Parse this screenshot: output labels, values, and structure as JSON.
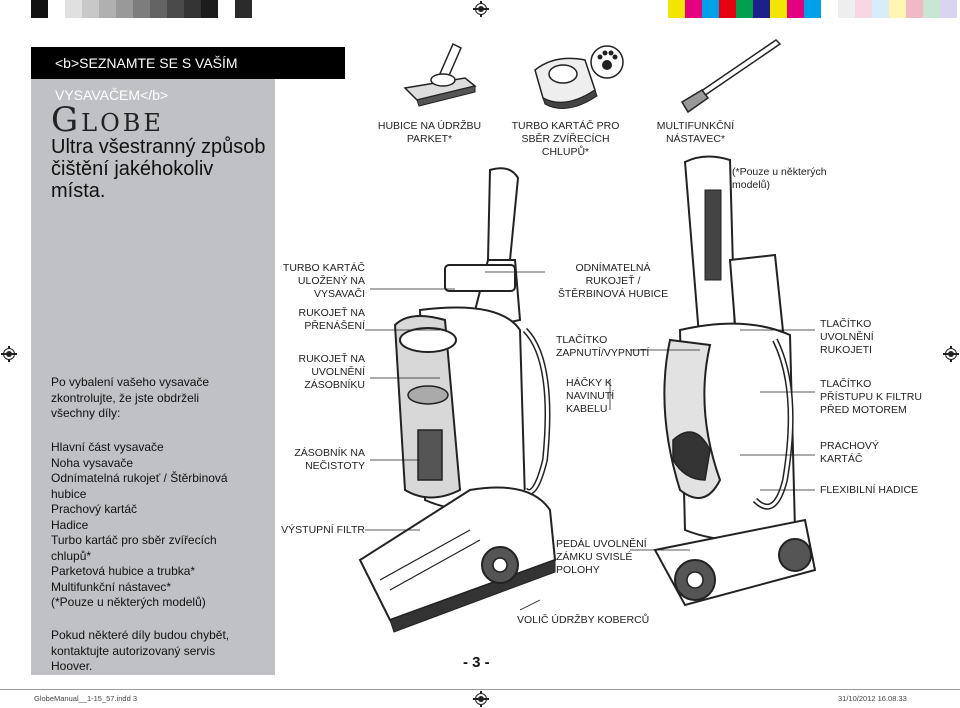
{
  "header": {
    "title": "<b>SEZNAMTE SE S VAŠÍM VYSAVAČEM</b>"
  },
  "brand": "Globe",
  "tagline": [
    "Ultra všestranný způsob",
    "čištění jakéhokoliv",
    "místa."
  ],
  "intro": [
    "Po vybalení vašeho vysavače",
    "zkontrolujte, že jste obdrželi",
    "všechny díly:"
  ],
  "parts_list": [
    "Hlavní část vysavače",
    "Noha vysavače",
    "Odnímatelná rukojeť / Štěrbinová",
    "hubice",
    "Prachový kartáč",
    "Hadice",
    "Turbo kartáč pro sběr zvířecích",
    "chlupů*",
    "Parketová hubice a trubka*",
    "Multifunkční nástavec*",
    "(*Pouze u některých modelů)"
  ],
  "contact": [
    "Pokud některé díly budou chybět,",
    "kontaktujte autorizovaný servis",
    "Hoover."
  ],
  "accessories": {
    "parquet": [
      "HUBICE NA ÚDRŽBU",
      "PARKET*"
    ],
    "turbo": [
      "TURBO KARTÁČ PRO",
      "SBĚR ZVÍŘECÍCH",
      "CHLUPŮ*"
    ],
    "multi": [
      "MULTIFUNKČNÍ",
      "NÁSTAVEC*"
    ],
    "note": [
      "(*Pouze u některých",
      "modelů)"
    ]
  },
  "labels_left": {
    "turbo_stored": [
      "TURBO KARTÁČ",
      "ULOŽENÝ NA",
      "VYSAVAČI"
    ],
    "carry_handle": [
      "RUKOJEŤ NA",
      "PŘENÁŠENÍ"
    ],
    "bin_release": [
      "RUKOJEŤ NA",
      "UVOLNĚNÍ",
      "ZÁSOBNÍKU"
    ],
    "dirt_bin": [
      "ZÁSOBNÍK NA",
      "NEČISTOTY"
    ],
    "exhaust_filter": [
      "VÝSTUPNÍ FILTR"
    ]
  },
  "labels_center": {
    "removable_handle": [
      "ODNÍMATELNÁ",
      "RUKOJEŤ /",
      "ŠTĚRBINOVÁ HUBICE"
    ],
    "power_switch": [
      "TLAČÍTKO",
      "ZAPNUTÍ/VYPNUTÍ"
    ],
    "cord_hooks": [
      "HÁČKY K",
      "NAVINUTÍ",
      "KABELU"
    ],
    "pedal": [
      "PEDÁL UVOLNĚNÍ",
      "ZÁMKU SVISLÉ",
      "POLOHY"
    ],
    "carpet_selector": [
      "VOLIČ ÚDRŽBY KOBERCŮ"
    ]
  },
  "labels_right": {
    "handle_release": [
      "TLAČÍTKO",
      "UVOLNĚNÍ",
      "RUKOJETI"
    ],
    "filter_access": [
      "TLAČÍTKO",
      "PŘÍSTUPU K FILTRU",
      "PŘED MOTOREM"
    ],
    "dust_brush": [
      "PRACHOVÝ",
      "KARTÁČ"
    ],
    "flexible_hose": [
      "FLEXIBILNÍ HADICE"
    ]
  },
  "page_number": "- 3 -",
  "footer": {
    "file": "GlobeManual__1-15_57.indd   3",
    "date": "31/10/2012   16.08.33"
  },
  "colors": {
    "panel": "#bfc1c4",
    "header_bg": "#000000",
    "header_text": "#ffffff"
  },
  "print_swatches": [
    "#111111",
    "#ffffff",
    "#e0e0e0",
    "#c8c8c8",
    "#b0b0b0",
    "#999999",
    "#7d7d7d",
    "#646464",
    "#4a4a4a",
    "#333333",
    "#1c1c1c",
    "#ffffff",
    "#2b2b2b",
    "#ffffff",
    "#f2e500",
    "#e4007f",
    "#00a0e9",
    "#e60012",
    "#00a051",
    "#1d2088",
    "#f2e500",
    "#e4007f",
    "#00a0e9",
    "#ffffff",
    "#eeeeee",
    "#f7d7e4",
    "#d6ecf8",
    "#fff6b3",
    "#f2b8c6",
    "#c9e6d2",
    "#d9d5ee",
    "#ffffff"
  ]
}
